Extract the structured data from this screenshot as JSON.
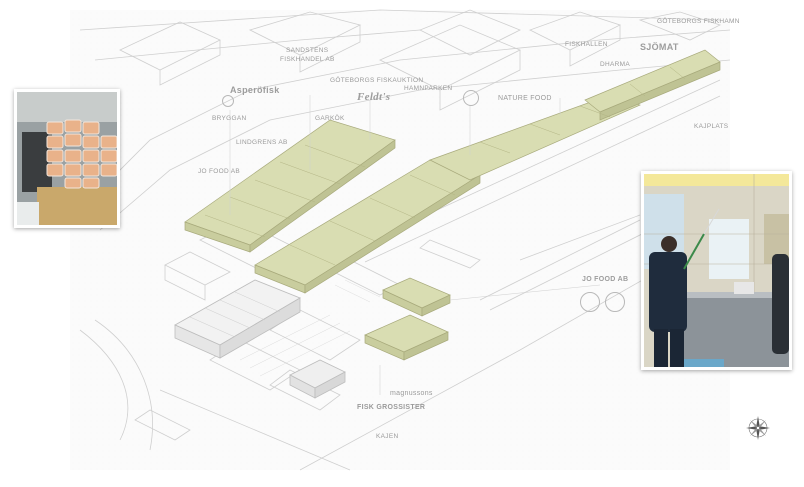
{
  "labels": {
    "sandstens": "SANDSTENS",
    "fiskhandel": "FISKHANDEL AB",
    "asperofisk": "Asperöfisk",
    "bryggan": "BRYGGAN",
    "goteborgs_fiskauktion": "GÖTEBORGS FISKAUKTION",
    "garkok": "GARKÖK",
    "hamnparken": "HAMNPARKEN",
    "lindgrens": "LINDGRENS AB",
    "feldts": "Feldt's",
    "nature_food": "NATURE FOOD",
    "sjomat": "SJÖMAT",
    "dharma": "DHARMA",
    "jo_food_left": "JO FOOD AB",
    "jo_food_right": "JO FOOD AB",
    "kajplats": "KAJPLATS",
    "magnussons": "magnussons",
    "fisk_grossister": "FISK GROSSISTER",
    "kajen": "KAJEN",
    "top_right": "GÖTEBORGS FISKHAMN",
    "fiskhallen": "FISKHALLEN"
  },
  "icons": {
    "compass": "compass-rose-icon",
    "fish": "fish-icon",
    "pin": "map-pin-icon"
  },
  "colors": {
    "building_highlight": "#d9ddb2",
    "building_outline": "#a8aa7c",
    "line_drawing": "#c9c9c9",
    "background": "#ffffff"
  },
  "photos": {
    "left": "seafood-containers-photo",
    "right": "fish-processing-worker-photo"
  }
}
